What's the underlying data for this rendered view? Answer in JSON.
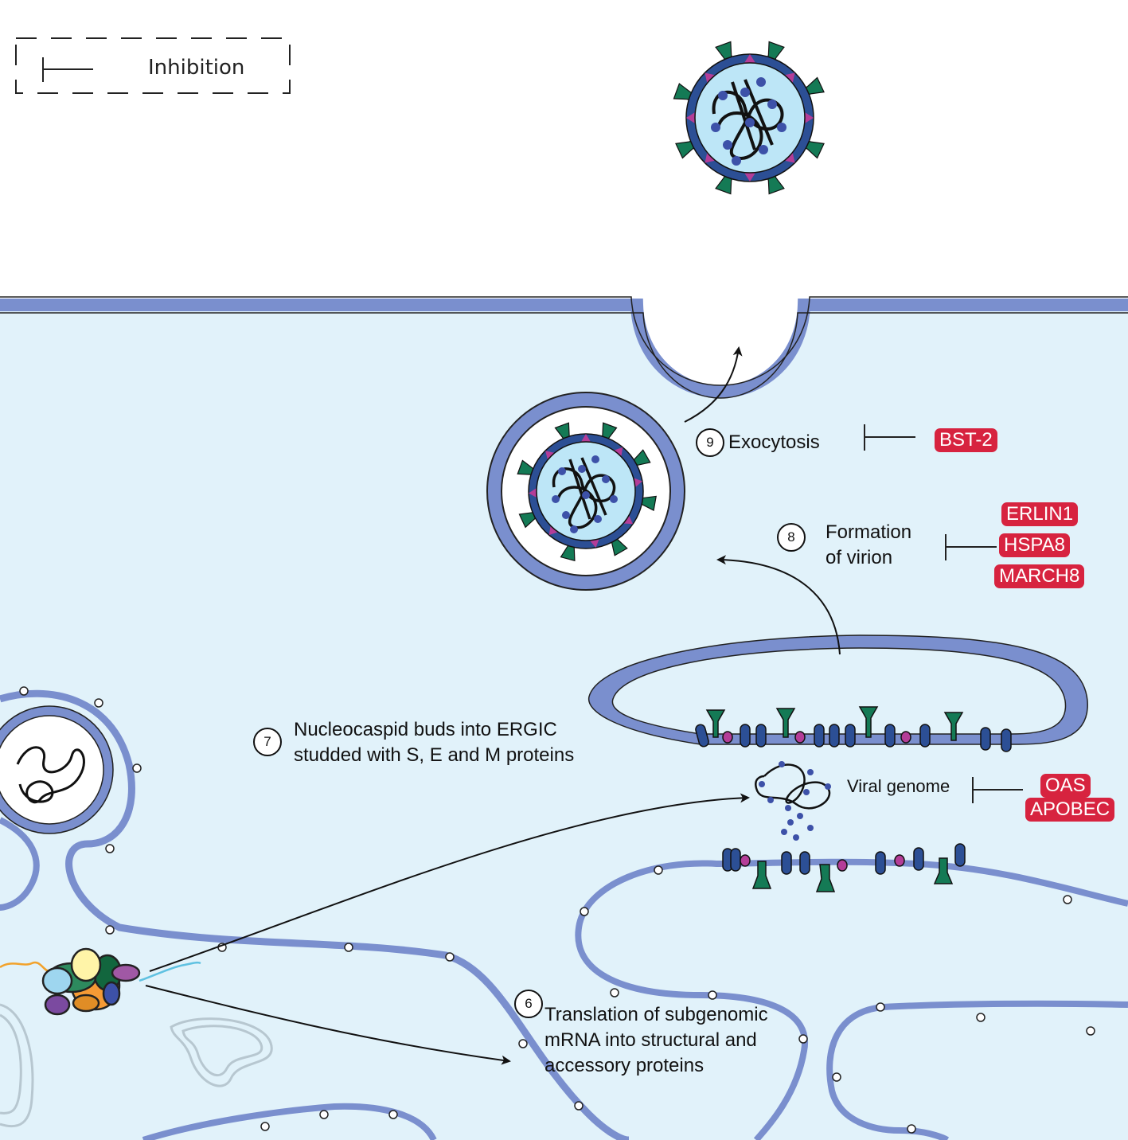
{
  "legend": {
    "inhibition_label": "Inhibition"
  },
  "steps": [
    {
      "number": "6",
      "lines": [
        "Translation of subgenomic",
        "mRNA into structural and",
        "accessory proteins"
      ]
    },
    {
      "number": "7",
      "lines": [
        "Nucleocaspid buds into ERGIC",
        "studded with S, E and M proteins"
      ]
    },
    {
      "number": "8",
      "lines": [
        "Formation",
        "of virion"
      ]
    },
    {
      "number": "9",
      "lines": [
        "Exocytosis"
      ]
    }
  ],
  "viral_genome_label": "Viral genome",
  "inhibitors": {
    "exocytosis": [
      "BST-2"
    ],
    "virion_formation": [
      "ERLIN1",
      "HSPA8",
      "MARCH8"
    ],
    "viral_genome": [
      "OAS",
      "APOBEC"
    ]
  },
  "colors": {
    "cytoplasm": "#e1f2fa",
    "membrane": "#7a8fce",
    "membrane_dark": "#2c4f95",
    "inhibitor_badge": "#d7233f",
    "spike": "#147a55",
    "envelope_protein": "#b43d98",
    "nucleocapsid": "#3d51a8",
    "virion_core": "#bde6f7"
  }
}
